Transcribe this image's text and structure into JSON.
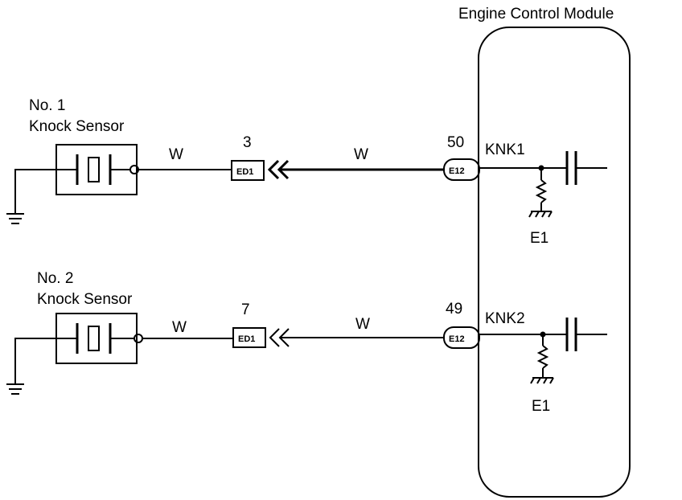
{
  "ecm": {
    "title": "Engine Control Module"
  },
  "sensors": [
    {
      "name_line1": "No. 1",
      "name_line2": "Knock Sensor",
      "wire_color_a": "W",
      "connector_pin": "3",
      "connector_id": "ED1",
      "wire_color_b": "W",
      "ecm_pin": "50",
      "ecm_connector": "E12",
      "signal": "KNK1",
      "ground": "E1"
    },
    {
      "name_line1": "No. 2",
      "name_line2": "Knock Sensor",
      "wire_color_a": "W",
      "connector_pin": "7",
      "connector_id": "ED1",
      "wire_color_b": "W",
      "ecm_pin": "49",
      "ecm_connector": "E12",
      "signal": "KNK2",
      "ground": "E1"
    }
  ]
}
